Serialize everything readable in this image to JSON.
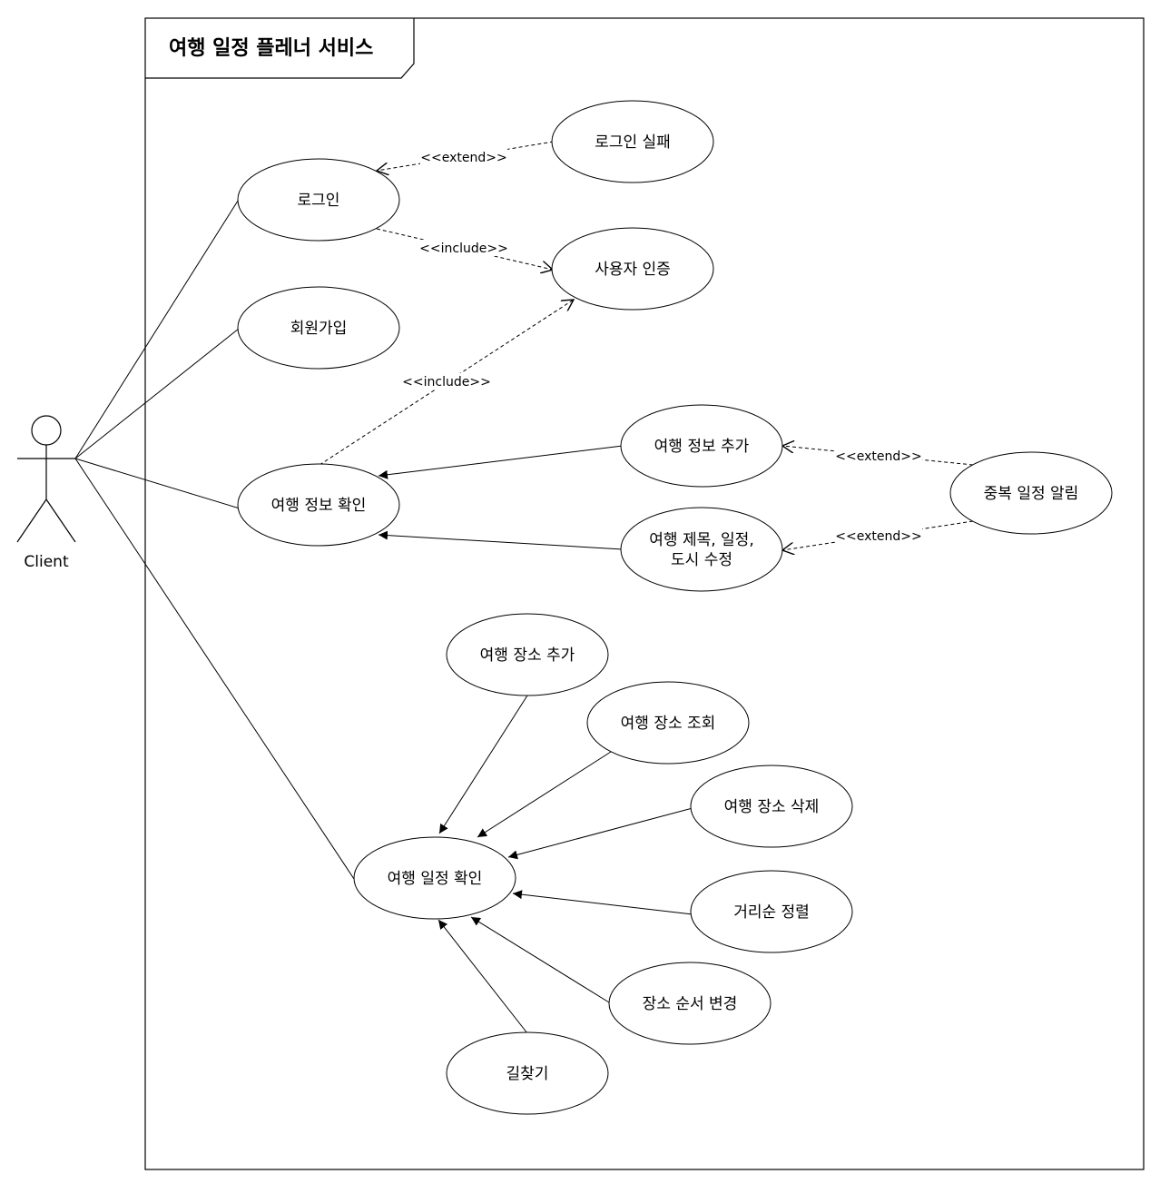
{
  "system": {
    "title": "여행 일정 플레너 서비스"
  },
  "actor": {
    "name": "Client"
  },
  "use_cases": {
    "login": "로그인",
    "login_fail": "로그인 실패",
    "user_auth": "사용자 인증",
    "signup": "회원가입",
    "trip_info_view": "여행 정보 확인",
    "trip_info_add": "여행 정보 추가",
    "trip_info_edit_line1": "여행 제목, 일정,",
    "trip_info_edit_line2": "도시 수정",
    "duplicate_alert": "중복 일정 알림",
    "place_add": "여행 장소 추가",
    "place_view": "여행 장소 조회",
    "place_delete": "여행 장소 삭제",
    "schedule_view": "여행 일정 확인",
    "sort_distance": "거리순 정렬",
    "reorder_places": "장소 순서 변경",
    "directions": "길찾기"
  },
  "relations": {
    "extend": "<<extend>>",
    "include": "<<include>>"
  }
}
